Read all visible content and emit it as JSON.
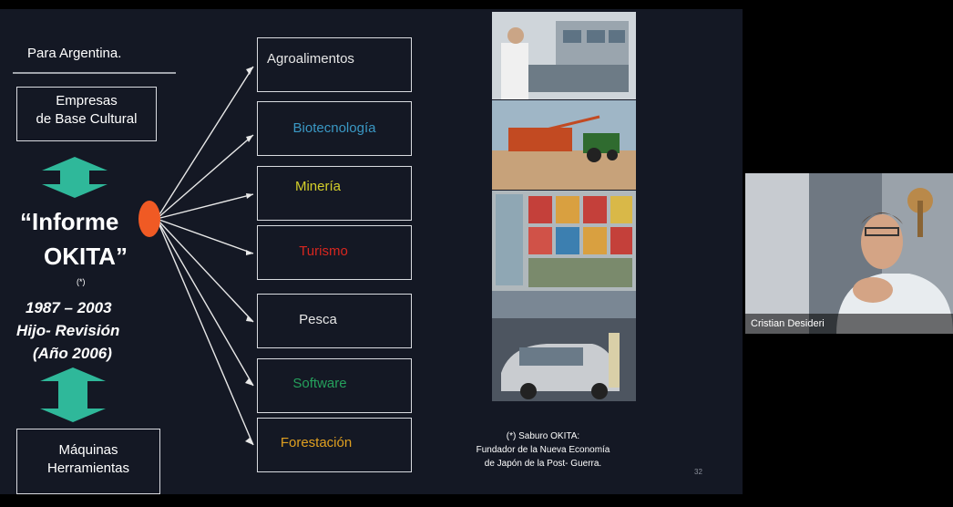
{
  "slide": {
    "header": "Para Argentina.",
    "empresas": [
      "Empresas",
      "de Base Cultural"
    ],
    "informe": [
      "“Informe",
      "OKITA”"
    ],
    "asterisk": "(*)",
    "dates": [
      "1987 – 2003",
      "Hijo- Revisión",
      "(Año 2006)"
    ],
    "maquinas": [
      "Máquinas",
      "Herramientas"
    ],
    "categories": [
      {
        "label": "Agroalimentos",
        "color": "#e6e6e6"
      },
      {
        "label": "Biotecnología",
        "color": "#3a98c4"
      },
      {
        "label": "Minería",
        "color": "#d4cf2a"
      },
      {
        "label": "Turismo",
        "color": "#d8261f"
      },
      {
        "label": "Pesca",
        "color": "#e6e6e6"
      },
      {
        "label": "Software",
        "color": "#25a05c"
      },
      {
        "label": "Forestación",
        "color": "#e0a020"
      }
    ],
    "footnote": [
      "(*) Saburo OKITA:",
      "Fundador de la Nueva Economía",
      "de Japón de la Post- Guerra."
    ],
    "page_number": "32"
  },
  "webcam": {
    "participant_name": "Cristian Desideri"
  }
}
